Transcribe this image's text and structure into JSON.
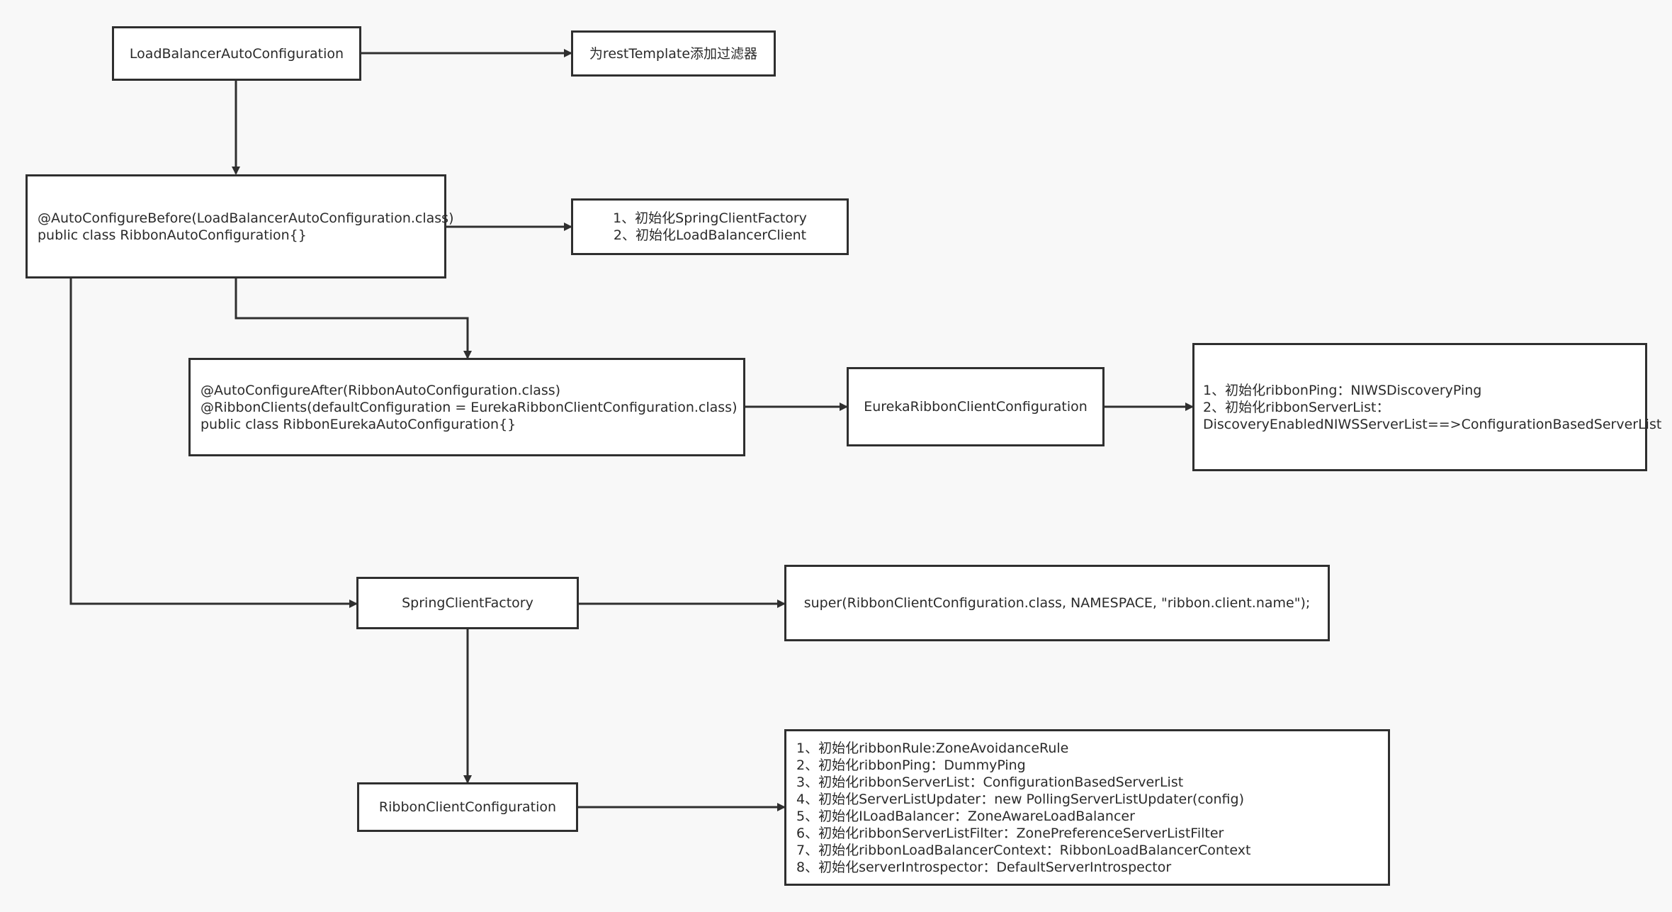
{
  "diagram": {
    "nodes": {
      "load_balancer_auto_configuration": "LoadBalancerAutoConfiguration",
      "add_filter_note": "为restTemplate添加过滤器",
      "ribbon_auto_configuration": "@AutoConfigureBefore(LoadBalancerAutoConfiguration.class)\npublic class RibbonAutoConfiguration{}",
      "ribbon_auto_configuration_note": "1、初始化SpringClientFactory\n2、初始化LoadBalancerClient",
      "ribbon_eureka_auto_configuration": "@AutoConfigureAfter(RibbonAutoConfiguration.class)\n@RibbonClients(defaultConfiguration = EurekaRibbonClientConfiguration.class)\npublic class RibbonEurekaAutoConfiguration{}",
      "eureka_ribbon_client_configuration": "EurekaRibbonClientConfiguration",
      "eureka_ribbon_note": "1、初始化ribbonPing：NIWSDiscoveryPing\n2、初始化ribbonServerList：\nDiscoveryEnabledNIWSServerList==>ConfigurationBasedServerList",
      "spring_client_factory": "SpringClientFactory",
      "spring_client_factory_note": "super(RibbonClientConfiguration.class, NAMESPACE, \"ribbon.client.name\");",
      "ribbon_client_configuration": "RibbonClientConfiguration",
      "ribbon_client_configuration_note": "1、初始化ribbonRule:ZoneAvoidanceRule\n2、初始化ribbonPing：DummyPing\n3、初始化ribbonServerList：ConfigurationBasedServerList\n4、初始化ServerListUpdater：new PollingServerListUpdater(config)\n5、初始化ILoadBalancer：ZoneAwareLoadBalancer\n6、初始化ribbonServerListFilter：ZonePreferenceServerListFilter\n7、初始化ribbonLoadBalancerContext：RibbonLoadBalancerContext\n8、初始化serverIntrospector：DefaultServerIntrospector"
    },
    "colors": {
      "stroke": "#2f2f2f",
      "node_fill": "#ffffff",
      "background": "#f8f8f8",
      "text": "#2a2a2a"
    }
  }
}
